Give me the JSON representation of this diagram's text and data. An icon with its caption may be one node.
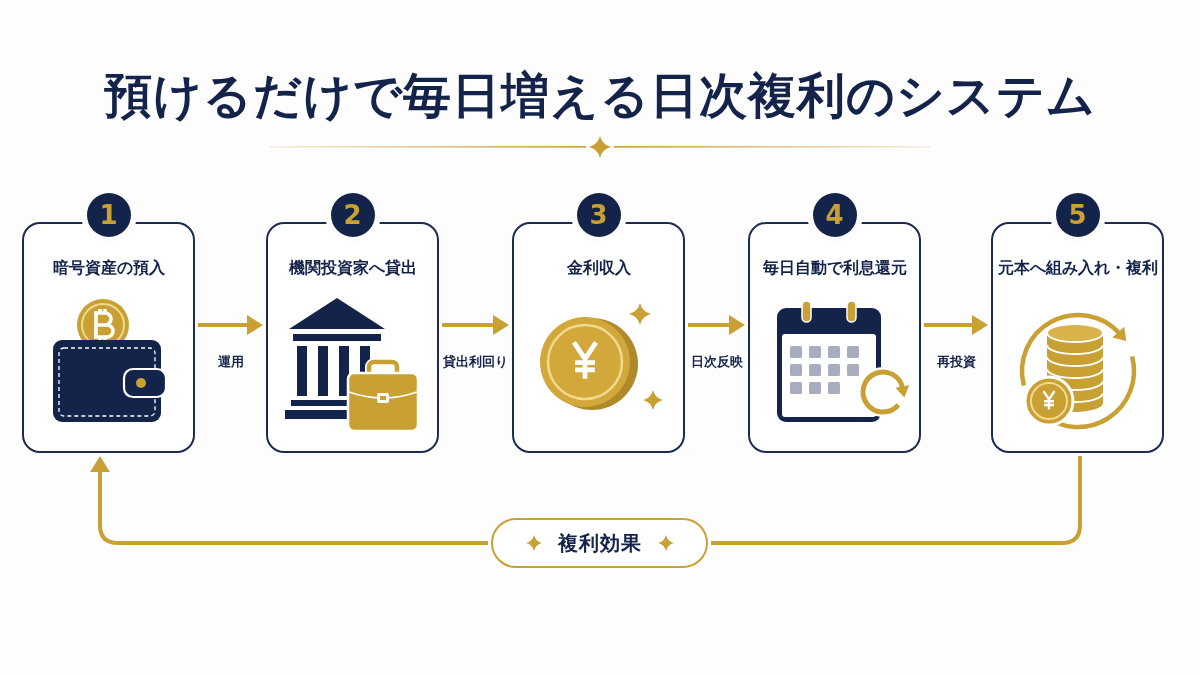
{
  "diagram": {
    "title": "預けるだけで毎日増える日次複利のシステム",
    "nodes": [
      {
        "text": [
          "1",
          "暗号資産の預入"
        ]
      },
      {
        "text": [
          "2",
          "機関投資家へ貸出"
        ]
      },
      {
        "text": [
          "3",
          "金利収入"
        ]
      },
      {
        "text": [
          "4",
          "毎日自動で利息還元"
        ]
      },
      {
        "text": [
          "5",
          "元本へ組み入れ・複利"
        ]
      },
      {
        "text": [
          "複利効果"
        ]
      }
    ],
    "edges": [
      {
        "from": 0,
        "to": 1,
        "arrow": "to",
        "label": "運用"
      },
      {
        "from": 1,
        "to": 2,
        "arrow": "to",
        "label": "貸出利回り"
      },
      {
        "from": 2,
        "to": 3,
        "arrow": "to",
        "label": "日次反映"
      },
      {
        "from": 3,
        "to": 4,
        "arrow": "to",
        "label": "再投資"
      },
      {
        "from": 4,
        "to": 5,
        "arrow": "none"
      },
      {
        "from": 5,
        "to": 0,
        "arrow": "to"
      }
    ]
  }
}
